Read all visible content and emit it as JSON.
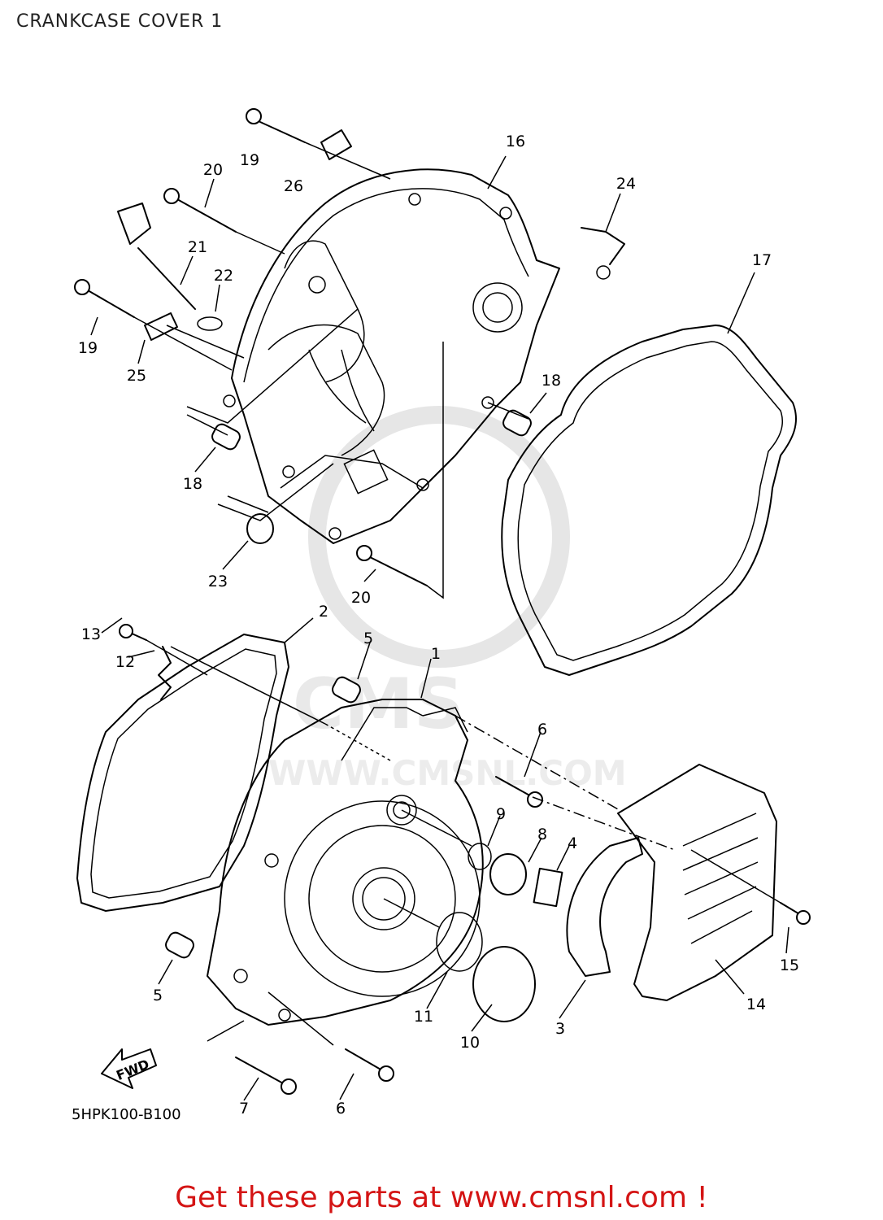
{
  "header": {
    "title": "CRANKCASE COVER 1"
  },
  "diagram": {
    "part_code": "5HPK100-B100",
    "fwd_label": "FWD",
    "watermark": {
      "main": "CMS",
      "url": "WWW.CMSNL.COM"
    }
  },
  "callouts": [
    "19",
    "26",
    "16",
    "20",
    "24",
    "21",
    "22",
    "17",
    "19",
    "25",
    "18",
    "18",
    "23",
    "20",
    "2",
    "13",
    "5",
    "1",
    "12",
    "6",
    "9",
    "8",
    "4",
    "5",
    "11",
    "10",
    "3",
    "15",
    "14",
    "7",
    "6"
  ],
  "footer": {
    "text": "Get these parts at www.cmsnl.com !"
  }
}
